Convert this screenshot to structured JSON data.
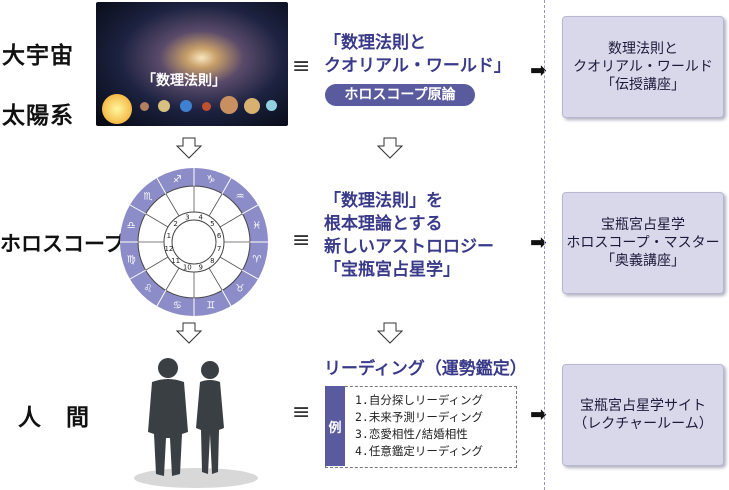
{
  "left_labels": {
    "universe": "大宇宙",
    "solar": "太陽系",
    "horoscope": "ホロスコープ",
    "human": "人　間"
  },
  "image_caption": "「数理法則」",
  "equals": "≡",
  "sections": {
    "top": {
      "lines": [
        "「数理法則と",
        "クオリアル・ワールド」"
      ],
      "pill": "ホロスコープ原論"
    },
    "middle": {
      "lines": [
        "「数理法則」を",
        "根本理論とする",
        "新しいアストロロジー",
        "「宝瓶宮占星学」"
      ]
    },
    "bottom": {
      "heading": "リーディング（運勢鑑定）",
      "example_tag": "例",
      "items": [
        "1.自分探しリーディング",
        "2.未来予測リーディング",
        "3.恋愛相性/結婚相性",
        "4.任意鑑定リーディング"
      ]
    }
  },
  "arrow_right": "➡",
  "right_boxes": [
    {
      "lines": [
        "数理法則と",
        "クオリアル・ワールド",
        "「伝授講座」"
      ]
    },
    {
      "lines": [
        "宝瓶宮占星学",
        "ホロスコープ・マスター",
        "「奥義講座」"
      ]
    },
    {
      "lines": [
        "宝瓶宮占星学サイト",
        "（レクチャールーム）"
      ]
    }
  ],
  "zodiac_glyphs": [
    "♈",
    "♉",
    "♊",
    "♋",
    "♌",
    "♍",
    "♎",
    "♏",
    "♐",
    "♑",
    "♒",
    "♓"
  ],
  "colors": {
    "accent": "#5a5a9e",
    "box": "#d9d8ea",
    "ring": "#8c8cc8"
  }
}
